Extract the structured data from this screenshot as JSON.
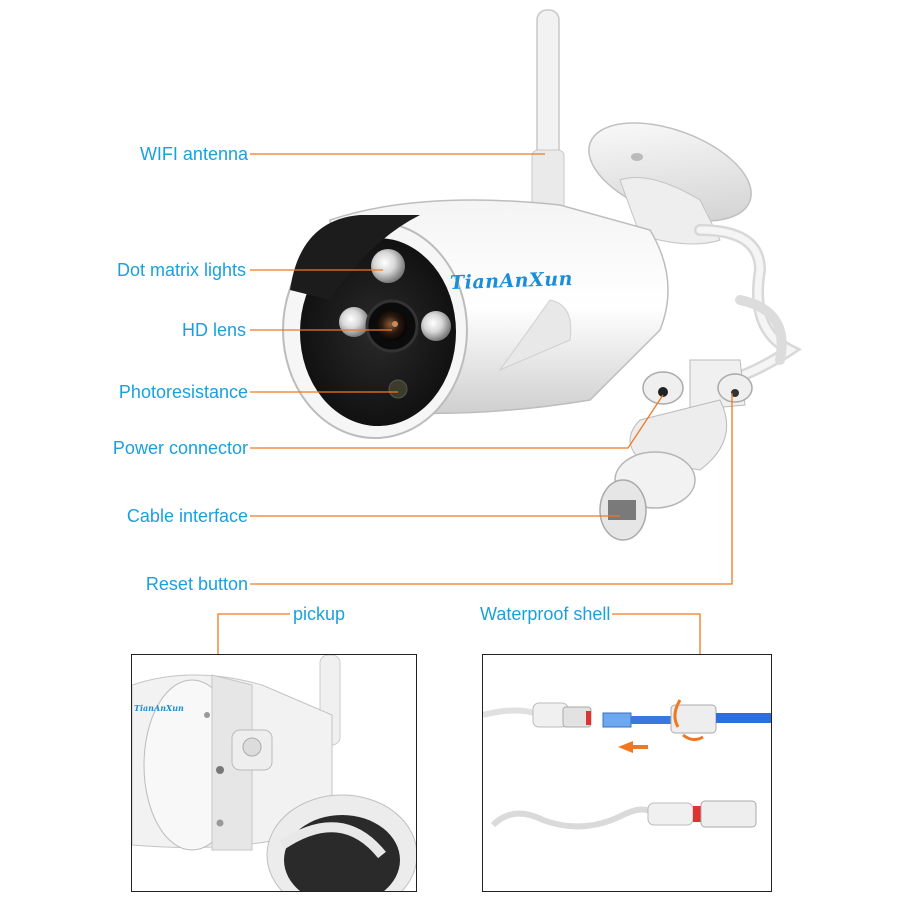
{
  "brand": {
    "logo_text": "TianAnXun"
  },
  "callouts": {
    "wifi_antenna": "WIFI antenna",
    "dot_matrix_lights": "Dot matrix lights",
    "hd_lens": "HD lens",
    "photoresistance": "Photoresistance",
    "power_connector": "Power connector",
    "cable_interface": "Cable interface",
    "reset_button": "Reset button",
    "pickup": "pickup",
    "waterproof_shell": "Waterproof shell"
  },
  "colors": {
    "label_text": "#1aa0e0",
    "leader_line": "#f07820",
    "logo": "#1a8fd8",
    "logo_accent": "#f07820"
  }
}
